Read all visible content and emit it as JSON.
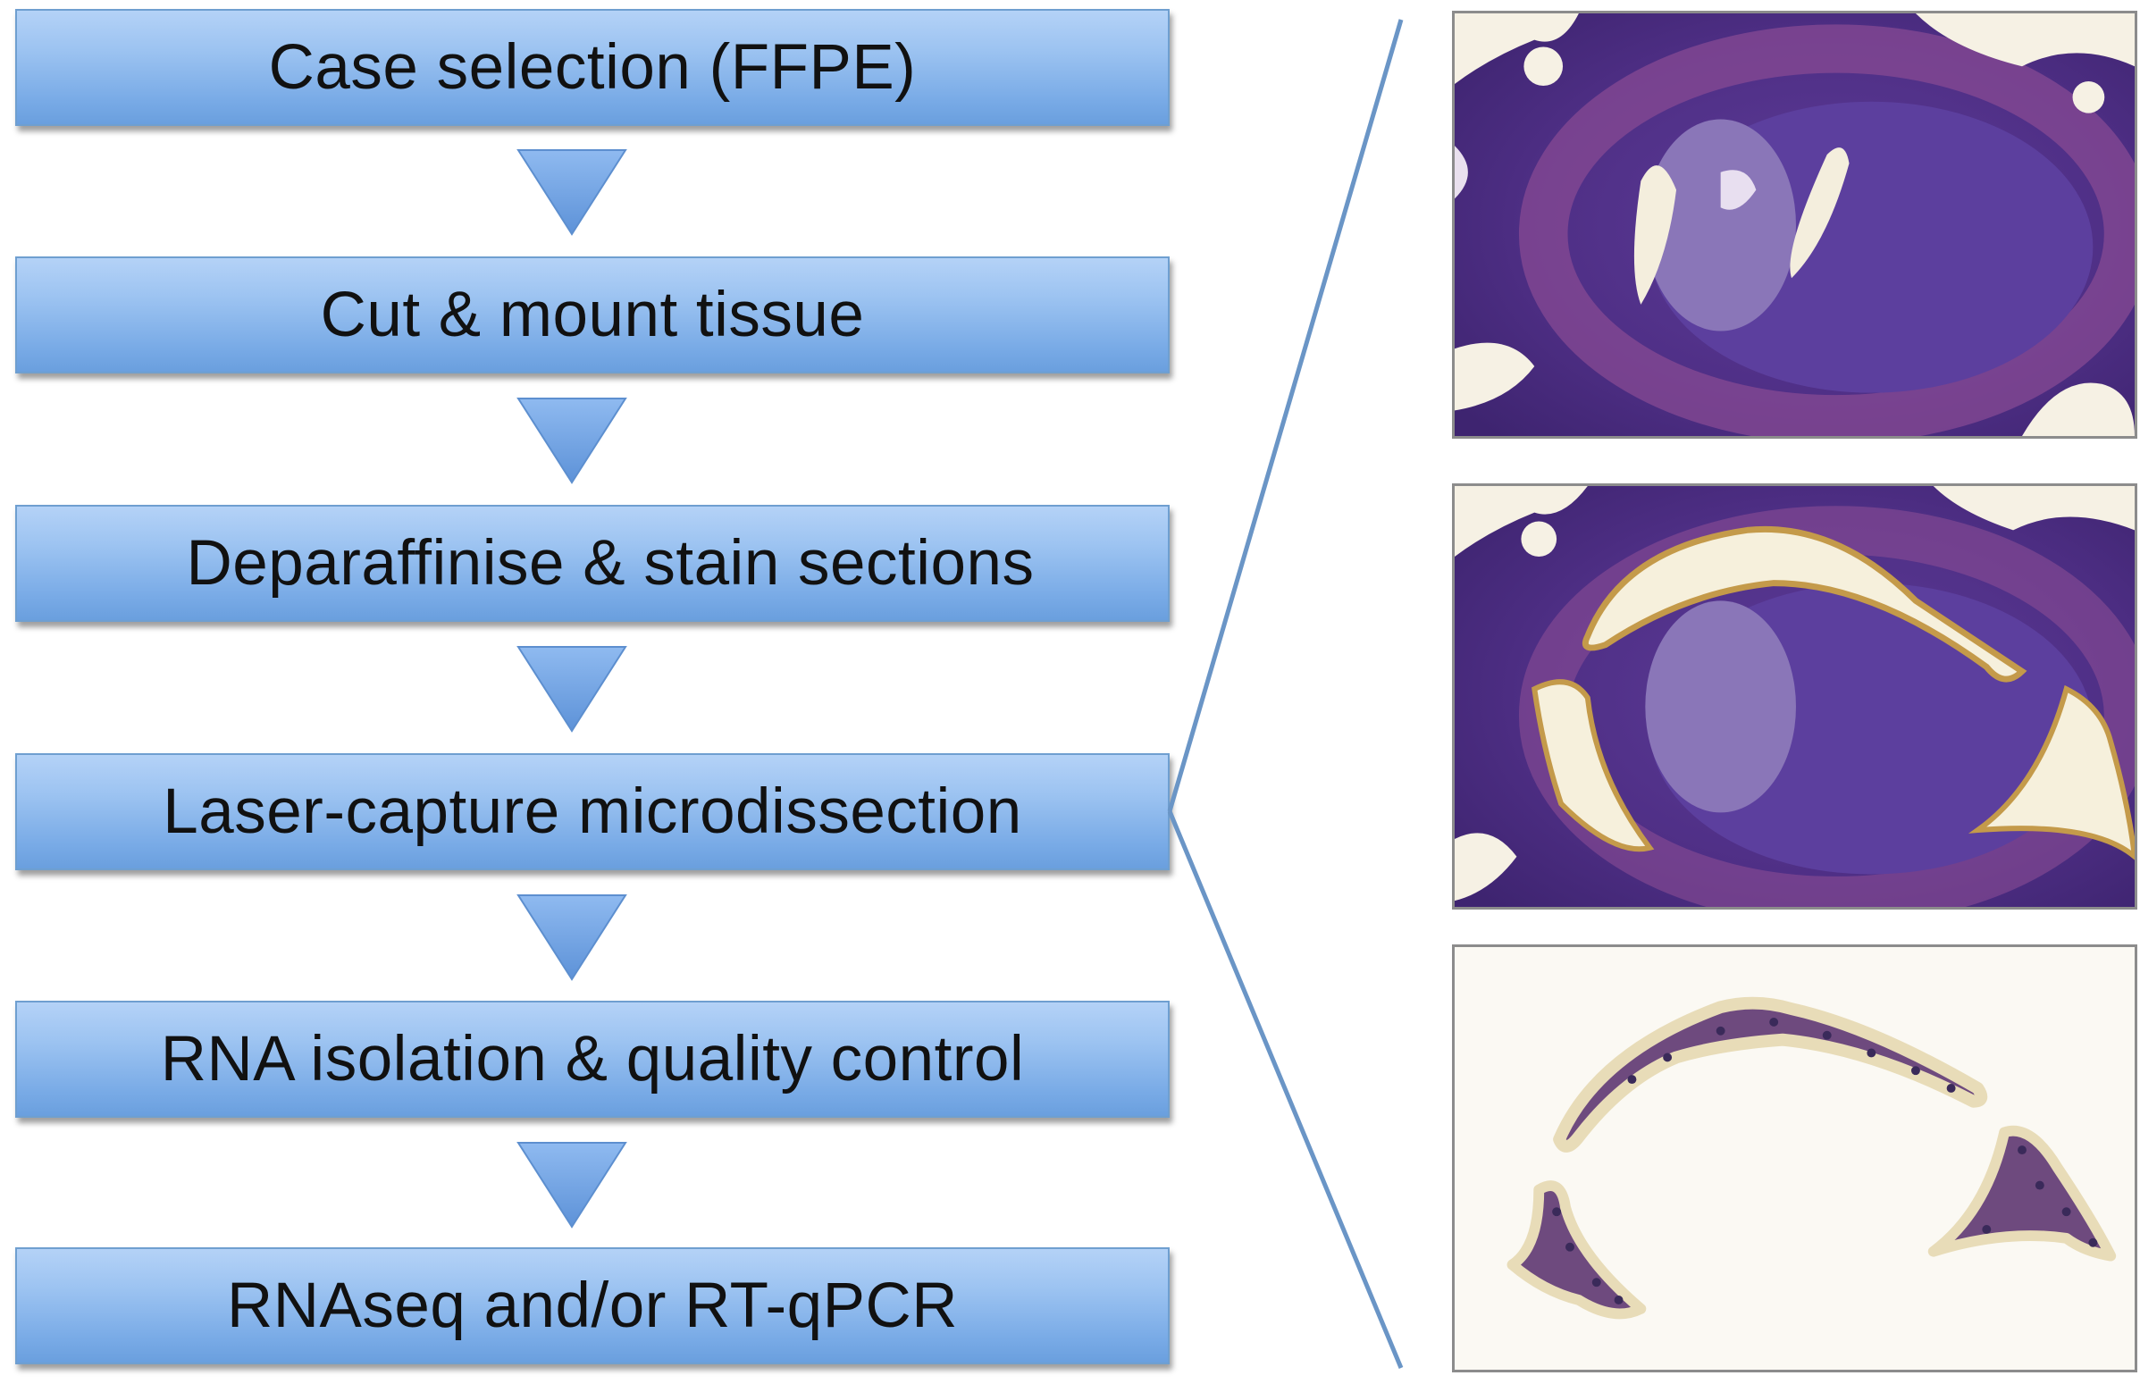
{
  "workflow": {
    "steps": [
      {
        "label": "Case selection (FFPE)"
      },
      {
        "label": "Cut & mount tissue"
      },
      {
        "label": "Deparaffinise & stain sections"
      },
      {
        "label": "Laser-capture microdissection"
      },
      {
        "label": "RNA isolation & quality control"
      },
      {
        "label": "RNAseq and/or RT-qPCR"
      }
    ]
  },
  "colors": {
    "box_top": "#b4d2f7",
    "box_bottom": "#6a9fde",
    "box_border": "#6f9fd0",
    "arrow_fill": "#6b9ee0",
    "connector_line": "#6a95c6",
    "tissue_stain": "#5b3c91",
    "panel_border": "#8c8c8c"
  },
  "panels": [
    {
      "icon": "tissue-section-before-lcm-image"
    },
    {
      "icon": "tissue-section-cut-outline-image"
    },
    {
      "icon": "captured-tissue-fragments-image"
    }
  ]
}
